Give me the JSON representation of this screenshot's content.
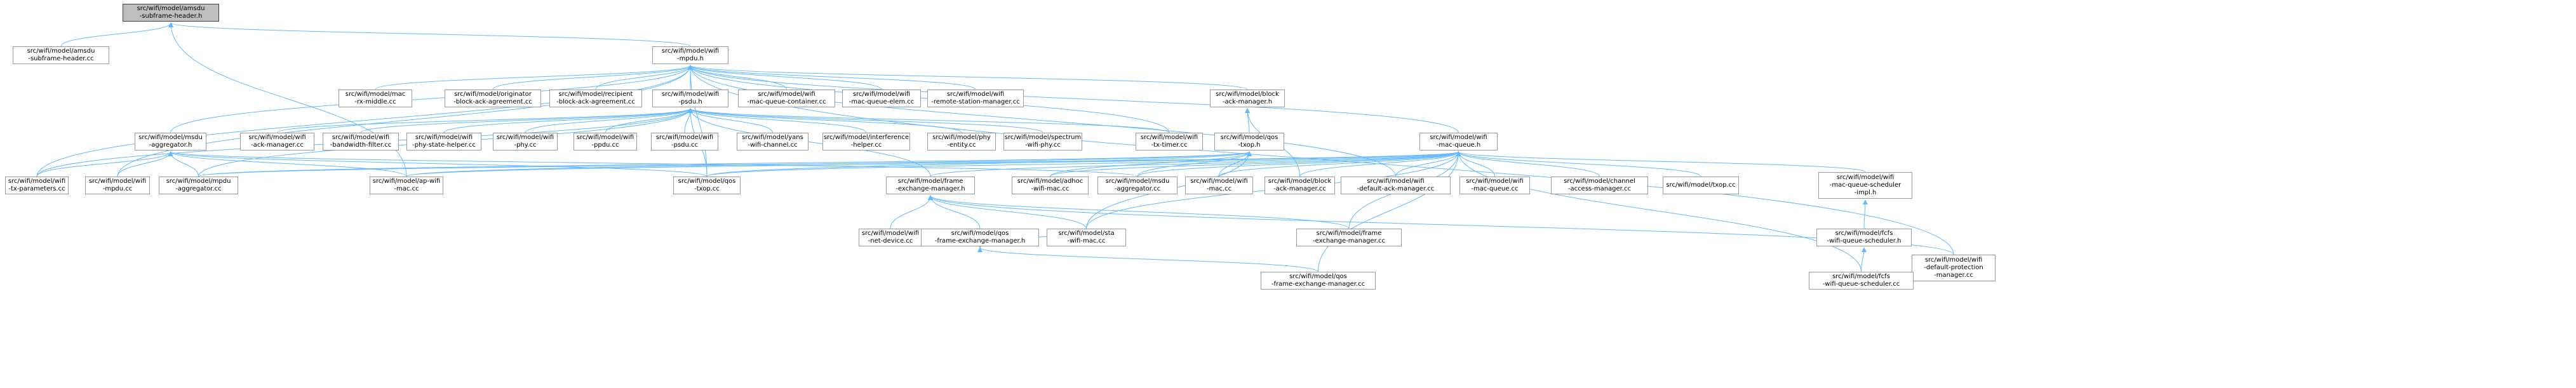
{
  "colors": {
    "edge": "#63b8ff",
    "node_border": "#999999",
    "root_fill": "#bfbfbf",
    "root_border": "#404040"
  },
  "nodes": {
    "amsdu_h": {
      "lines": [
        "src/wifi/model/amsdu",
        "-subframe-header.h"
      ],
      "root": true
    },
    "amsdu_cc": {
      "lines": [
        "src/wifi/model/amsdu",
        "-subframe-header.cc"
      ]
    },
    "mpdu_h": {
      "lines": [
        "src/wifi/model/wifi",
        "-mpdu.h"
      ]
    },
    "mac_rx_mid": {
      "lines": [
        "src/wifi/model/mac",
        "-rx-middle.cc"
      ]
    },
    "orig_bak": {
      "lines": [
        "src/wifi/model/originator",
        "-block-ack-agreement.cc"
      ]
    },
    "recip_bak": {
      "lines": [
        "src/wifi/model/recipient",
        "-block-ack-agreement.cc"
      ]
    },
    "psdu_h": {
      "lines": [
        "src/wifi/model/wifi",
        "-psdu.h"
      ]
    },
    "mac_q_cont": {
      "lines": [
        "src/wifi/model/wifi",
        "-mac-queue-container.cc"
      ]
    },
    "mac_q_elem": {
      "lines": [
        "src/wifi/model/wifi",
        "-mac-queue-elem.cc"
      ]
    },
    "remote_st": {
      "lines": [
        "src/wifi/model/wifi",
        "-remote-station-manager.cc"
      ]
    },
    "bam_h": {
      "lines": [
        "src/wifi/model/block",
        "-ack-manager.h"
      ]
    },
    "msdu_agg_h": {
      "lines": [
        "src/wifi/model/msdu",
        "-aggregator.h"
      ]
    },
    "ack_mgr": {
      "lines": [
        "src/wifi/model/wifi",
        "-ack-manager.cc"
      ]
    },
    "bw_filter": {
      "lines": [
        "src/wifi/model/wifi",
        "-bandwidth-filter.cc"
      ]
    },
    "phy_st_help": {
      "lines": [
        "src/wifi/model/wifi",
        "-phy-state-helper.cc"
      ]
    },
    "phy_cc": {
      "lines": [
        "src/wifi/model/wifi",
        "-phy.cc"
      ]
    },
    "ppdu_cc": {
      "lines": [
        "src/wifi/model/wifi",
        "-ppdu.cc"
      ]
    },
    "psdu_cc": {
      "lines": [
        "src/wifi/model/wifi",
        "-psdu.cc"
      ]
    },
    "yans_ch": {
      "lines": [
        "src/wifi/model/yans",
        "-wifi-channel.cc"
      ]
    },
    "interf": {
      "lines": [
        "src/wifi/model/interference",
        "-helper.cc"
      ]
    },
    "phy_ent": {
      "lines": [
        "src/wifi/model/phy",
        "-entity.cc"
      ]
    },
    "spectrum": {
      "lines": [
        "src/wifi/model/spectrum",
        "-wifi-phy.cc"
      ]
    },
    "txtimer": {
      "lines": [
        "src/wifi/model/wifi",
        "-tx-timer.cc"
      ]
    },
    "qos_txop_h": {
      "lines": [
        "src/wifi/model/qos",
        "-txop.h"
      ]
    },
    "macq_h": {
      "lines": [
        "src/wifi/model/wifi",
        "-mac-queue.h"
      ]
    },
    "tx_params": {
      "lines": [
        "src/wifi/model/wifi",
        "-tx-parameters.cc"
      ]
    },
    "mpdu_cc": {
      "lines": [
        "src/wifi/model/wifi",
        "-mpdu.cc"
      ]
    },
    "mpdu_agg": {
      "lines": [
        "src/wifi/model/mpdu",
        "-aggregator.cc"
      ]
    },
    "ap_mac": {
      "lines": [
        "src/wifi/model/ap-wifi",
        "-mac.cc"
      ]
    },
    "qos_txop_cc": {
      "lines": [
        "src/wifi/model/qos",
        "-txop.cc"
      ]
    },
    "fem_h": {
      "lines": [
        "src/wifi/model/frame",
        "-exchange-manager.h"
      ]
    },
    "adhoc": {
      "lines": [
        "src/wifi/model/adhoc",
        "-wifi-mac.cc"
      ]
    },
    "msdu_agg_cc": {
      "lines": [
        "src/wifi/model/msdu",
        "-aggregator.cc"
      ]
    },
    "wifi_mac": {
      "lines": [
        "src/wifi/model/wifi",
        "-mac.cc"
      ]
    },
    "bam_cc": {
      "lines": [
        "src/wifi/model/block",
        "-ack-manager.cc"
      ]
    },
    "def_ack": {
      "lines": [
        "src/wifi/model/wifi",
        "-default-ack-manager.cc"
      ]
    },
    "macq_cc": {
      "lines": [
        "src/wifi/model/wifi",
        "-mac-queue.cc"
      ]
    },
    "ch_access": {
      "lines": [
        "src/wifi/model/channel",
        "-access-manager.cc"
      ]
    },
    "txop_cc": {
      "lines": [
        "src/wifi/model/txop.cc"
      ]
    },
    "sched_impl": {
      "lines": [
        "src/wifi/model/wifi",
        "-mac-queue-scheduler",
        "-impl.h"
      ]
    },
    "def_prot": {
      "lines": [
        "src/wifi/model/wifi",
        "-default-protection",
        "-manager.cc"
      ]
    },
    "net_dev": {
      "lines": [
        "src/wifi/model/wifi",
        "-net-device.cc"
      ]
    },
    "qfem_h": {
      "lines": [
        "src/wifi/model/qos",
        "-frame-exchange-manager.h"
      ]
    },
    "sta_mac": {
      "lines": [
        "src/wifi/model/sta",
        "-wifi-mac.cc"
      ]
    },
    "fem_cc": {
      "lines": [
        "src/wifi/model/frame",
        "-exchange-manager.cc"
      ]
    },
    "fcfs_h": {
      "lines": [
        "src/wifi/model/fcfs",
        "-wifi-queue-scheduler.h"
      ]
    },
    "qfem_cc": {
      "lines": [
        "src/wifi/model/qos",
        "-frame-exchange-manager.cc"
      ]
    },
    "fcfs_cc": {
      "lines": [
        "src/wifi/model/fcfs",
        "-wifi-queue-scheduler.cc"
      ]
    }
  },
  "edges": [
    [
      "amsdu_h",
      "amsdu_cc"
    ],
    [
      "amsdu_h",
      "mpdu_h"
    ],
    [
      "amsdu_h",
      "ap_mac"
    ],
    [
      "mpdu_h",
      "mac_rx_mid"
    ],
    [
      "mpdu_h",
      "orig_bak"
    ],
    [
      "mpdu_h",
      "recip_bak"
    ],
    [
      "mpdu_h",
      "psdu_h"
    ],
    [
      "mpdu_h",
      "mac_q_cont"
    ],
    [
      "mpdu_h",
      "mac_q_elem"
    ],
    [
      "mpdu_h",
      "remote_st"
    ],
    [
      "mpdu_h",
      "bam_h"
    ],
    [
      "mpdu_h",
      "msdu_agg_h"
    ],
    [
      "mpdu_h",
      "macq_h"
    ],
    [
      "mpdu_h",
      "tx_params"
    ],
    [
      "mpdu_h",
      "mpdu_cc"
    ],
    [
      "mpdu_h",
      "txtimer"
    ],
    [
      "mpdu_h",
      "def_ack"
    ],
    [
      "mpdu_h",
      "def_prot"
    ],
    [
      "mpdu_h",
      "qos_txop_cc"
    ],
    [
      "psdu_h",
      "ack_mgr"
    ],
    [
      "psdu_h",
      "bw_filter"
    ],
    [
      "psdu_h",
      "phy_st_help"
    ],
    [
      "psdu_h",
      "phy_cc"
    ],
    [
      "psdu_h",
      "ppdu_cc"
    ],
    [
      "psdu_h",
      "psdu_cc"
    ],
    [
      "psdu_h",
      "yans_ch"
    ],
    [
      "psdu_h",
      "interf"
    ],
    [
      "psdu_h",
      "phy_ent"
    ],
    [
      "psdu_h",
      "spectrum"
    ],
    [
      "psdu_h",
      "txtimer"
    ],
    [
      "psdu_h",
      "mpdu_agg"
    ],
    [
      "psdu_h",
      "qos_txop_cc"
    ],
    [
      "psdu_h",
      "fem_h"
    ],
    [
      "psdu_h",
      "tx_params"
    ],
    [
      "bam_h",
      "qos_txop_h"
    ],
    [
      "bam_h",
      "bam_cc"
    ],
    [
      "msdu_agg_h",
      "tx_params"
    ],
    [
      "msdu_agg_h",
      "mpdu_cc"
    ],
    [
      "msdu_agg_h",
      "mpdu_agg"
    ],
    [
      "msdu_agg_h",
      "ap_mac"
    ],
    [
      "msdu_agg_h",
      "qos_txop_cc"
    ],
    [
      "msdu_agg_h",
      "msdu_agg_cc"
    ],
    [
      "qos_txop_h",
      "ap_mac"
    ],
    [
      "qos_txop_h",
      "qos_txop_cc"
    ],
    [
      "qos_txop_h",
      "adhoc"
    ],
    [
      "qos_txop_h",
      "msdu_agg_cc"
    ],
    [
      "qos_txop_h",
      "wifi_mac"
    ],
    [
      "qos_txop_h",
      "sta_mac"
    ],
    [
      "qos_txop_h",
      "mpdu_agg"
    ],
    [
      "macq_h",
      "ap_mac"
    ],
    [
      "macq_h",
      "qos_txop_cc"
    ],
    [
      "macq_h",
      "fem_h"
    ],
    [
      "macq_h",
      "adhoc"
    ],
    [
      "macq_h",
      "msdu_agg_cc"
    ],
    [
      "macq_h",
      "wifi_mac"
    ],
    [
      "macq_h",
      "bam_cc"
    ],
    [
      "macq_h",
      "def_ack"
    ],
    [
      "macq_h",
      "macq_cc"
    ],
    [
      "macq_h",
      "ch_access"
    ],
    [
      "macq_h",
      "txop_cc"
    ],
    [
      "macq_h",
      "sched_impl"
    ],
    [
      "macq_h",
      "fem_cc"
    ],
    [
      "macq_h",
      "fcfs_cc"
    ],
    [
      "macq_h",
      "qfem_cc"
    ],
    [
      "macq_h",
      "sta_mac"
    ],
    [
      "macq_h",
      "mpdu_agg"
    ],
    [
      "fem_h",
      "net_dev"
    ],
    [
      "fem_h",
      "qfem_h"
    ],
    [
      "fem_h",
      "sta_mac"
    ],
    [
      "fem_h",
      "fem_cc"
    ],
    [
      "fem_h",
      "def_prot"
    ],
    [
      "qfem_h",
      "sta_mac"
    ],
    [
      "qfem_h",
      "qfem_cc"
    ],
    [
      "sched_impl",
      "fcfs_h"
    ],
    [
      "fcfs_h",
      "fcfs_cc"
    ]
  ]
}
